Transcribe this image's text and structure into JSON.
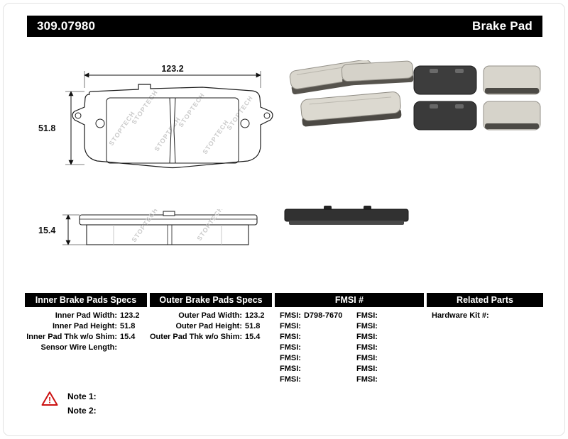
{
  "colors": {
    "header_bg": "#000000",
    "header_text": "#ffffff",
    "warning": "#cc1111",
    "watermark": "#cbcbcb"
  },
  "header": {
    "part_number": "309.07980",
    "product_name": "Brake Pad"
  },
  "drawing": {
    "watermark": "STOPTECH",
    "width_dim": "123.2",
    "height_dim": "51.8",
    "thickness_dim": "15.4"
  },
  "specs": {
    "inner": {
      "header": "Inner Brake Pads Specs",
      "rows": [
        {
          "label": "Inner Pad Width:",
          "value": "123.2"
        },
        {
          "label": "Inner Pad Height:",
          "value": "51.8"
        },
        {
          "label": "Inner Pad Thk w/o Shim:",
          "value": "15.4"
        },
        {
          "label": "Sensor Wire Length:",
          "value": ""
        }
      ]
    },
    "outer": {
      "header": "Outer Brake Pads Specs",
      "rows": [
        {
          "label": "Outer Pad Width:",
          "value": "123.2"
        },
        {
          "label": "Outer Pad Height:",
          "value": "51.8"
        },
        {
          "label": "Outer Pad Thk w/o Shim:",
          "value": "15.4"
        }
      ]
    },
    "fmsi": {
      "header": "FMSI #",
      "left": [
        {
          "label": "FMSI:",
          "value": "D798-7670"
        },
        {
          "label": "FMSI:",
          "value": ""
        },
        {
          "label": "FMSI:",
          "value": ""
        },
        {
          "label": "FMSI:",
          "value": ""
        },
        {
          "label": "FMSI:",
          "value": ""
        },
        {
          "label": "FMSI:",
          "value": ""
        },
        {
          "label": "FMSI:",
          "value": ""
        }
      ],
      "right": [
        {
          "label": "FMSI:",
          "value": ""
        },
        {
          "label": "FMSI:",
          "value": ""
        },
        {
          "label": "FMSI:",
          "value": ""
        },
        {
          "label": "FMSI:",
          "value": ""
        },
        {
          "label": "FMSI:",
          "value": ""
        },
        {
          "label": "FMSI:",
          "value": ""
        },
        {
          "label": "FMSI:",
          "value": ""
        }
      ]
    },
    "related": {
      "header": "Related Parts",
      "rows": [
        {
          "label": "Hardware Kit #:",
          "value": ""
        }
      ]
    }
  },
  "notes": [
    {
      "label": "Note 1:"
    },
    {
      "label": "Note 2:"
    }
  ]
}
